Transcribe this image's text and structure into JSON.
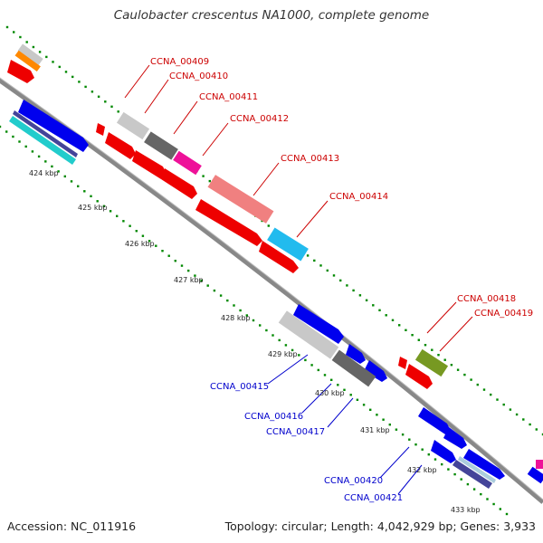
{
  "title": "Caulobacter crescentus NA1000, complete genome",
  "footer": {
    "accession": "Accession: NC_011916",
    "summary": "Topology: circular; Length: 4,042,929 bp; Genes: 3,933"
  },
  "ticks": [
    "424 kbp",
    "425 kbp",
    "426 kbp",
    "427 kbp",
    "428 kbp",
    "429 kbp",
    "430 kbp",
    "431 kbp",
    "432 kbp",
    "433 kbp"
  ],
  "labels_forward": [
    {
      "id": "CCNA_00409",
      "label": "CCNA_00409",
      "color": "#cc0000"
    },
    {
      "id": "CCNA_00410",
      "label": "CCNA_00410",
      "color": "#cc0000"
    },
    {
      "id": "CCNA_00411",
      "label": "CCNA_00411",
      "color": "#cc0000"
    },
    {
      "id": "CCNA_00412",
      "label": "CCNA_00412",
      "color": "#cc0000"
    },
    {
      "id": "CCNA_00413",
      "label": "CCNA_00413",
      "color": "#cc0000"
    },
    {
      "id": "CCNA_00414",
      "label": "CCNA_00414",
      "color": "#cc0000"
    },
    {
      "id": "CCNA_00418",
      "label": "CCNA_00418",
      "color": "#cc0000"
    },
    {
      "id": "CCNA_00419",
      "label": "CCNA_00419",
      "color": "#cc0000"
    }
  ],
  "labels_reverse": [
    {
      "id": "CCNA_00415",
      "label": "CCNA_00415",
      "color": "#0000cc"
    },
    {
      "id": "CCNA_00416",
      "label": "CCNA_00416",
      "color": "#0000cc"
    },
    {
      "id": "CCNA_00417",
      "label": "CCNA_00417",
      "color": "#0000cc"
    },
    {
      "id": "CCNA_00420",
      "label": "CCNA_00420",
      "color": "#0000cc"
    },
    {
      "id": "CCNA_00421",
      "label": "CCNA_00421",
      "color": "#0000cc"
    }
  ],
  "colors": {
    "forward_cds": "#ee0000",
    "reverse_cds": "#0000ee",
    "backbone": "#888888",
    "tick_dots": "#008800",
    "gray_feature": "#c8c8c8",
    "dark_gray_feature": "#666666",
    "magenta_feature": "#ee1199",
    "pink_feature": "#f08080",
    "cyan_feature": "#22bbee",
    "olive_feature": "#779922",
    "orange_feature": "#ff8800",
    "teal_feature": "#22cccc",
    "navy_feature": "#444499"
  }
}
